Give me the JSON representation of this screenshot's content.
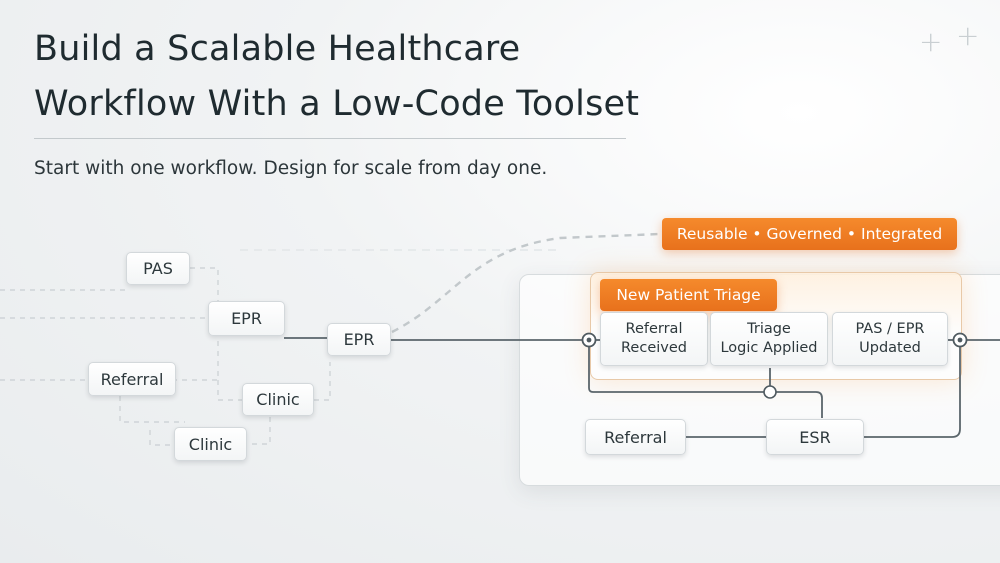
{
  "header": {
    "title_line1": "Build a Scalable Healthcare",
    "title_line2": "Workflow With a Low-Code Toolset",
    "subtitle": "Start with one workflow. Design for scale from day one."
  },
  "badges": {
    "principles": "Reusable • Governed • Integrated",
    "workflow": "New Patient Triage"
  },
  "left_nodes": {
    "pas": "PAS",
    "epr_upper": "EPR",
    "epr_hub": "EPR",
    "referral": "Referral",
    "clinic_upper": "Clinic",
    "clinic_lower": "Clinic"
  },
  "steps": {
    "step1_line1": "Referral",
    "step1_line2": "Received",
    "step2_line1": "Triage",
    "step2_line2": "Logic Applied",
    "step3_line1": "PAS / EPR",
    "step3_line2": "Updated"
  },
  "lower_nodes": {
    "referral": "Referral",
    "esr": "ESR"
  },
  "colors": {
    "accent": "#EF7D22",
    "line": "#556066",
    "dashed": "#c7cdd0"
  }
}
